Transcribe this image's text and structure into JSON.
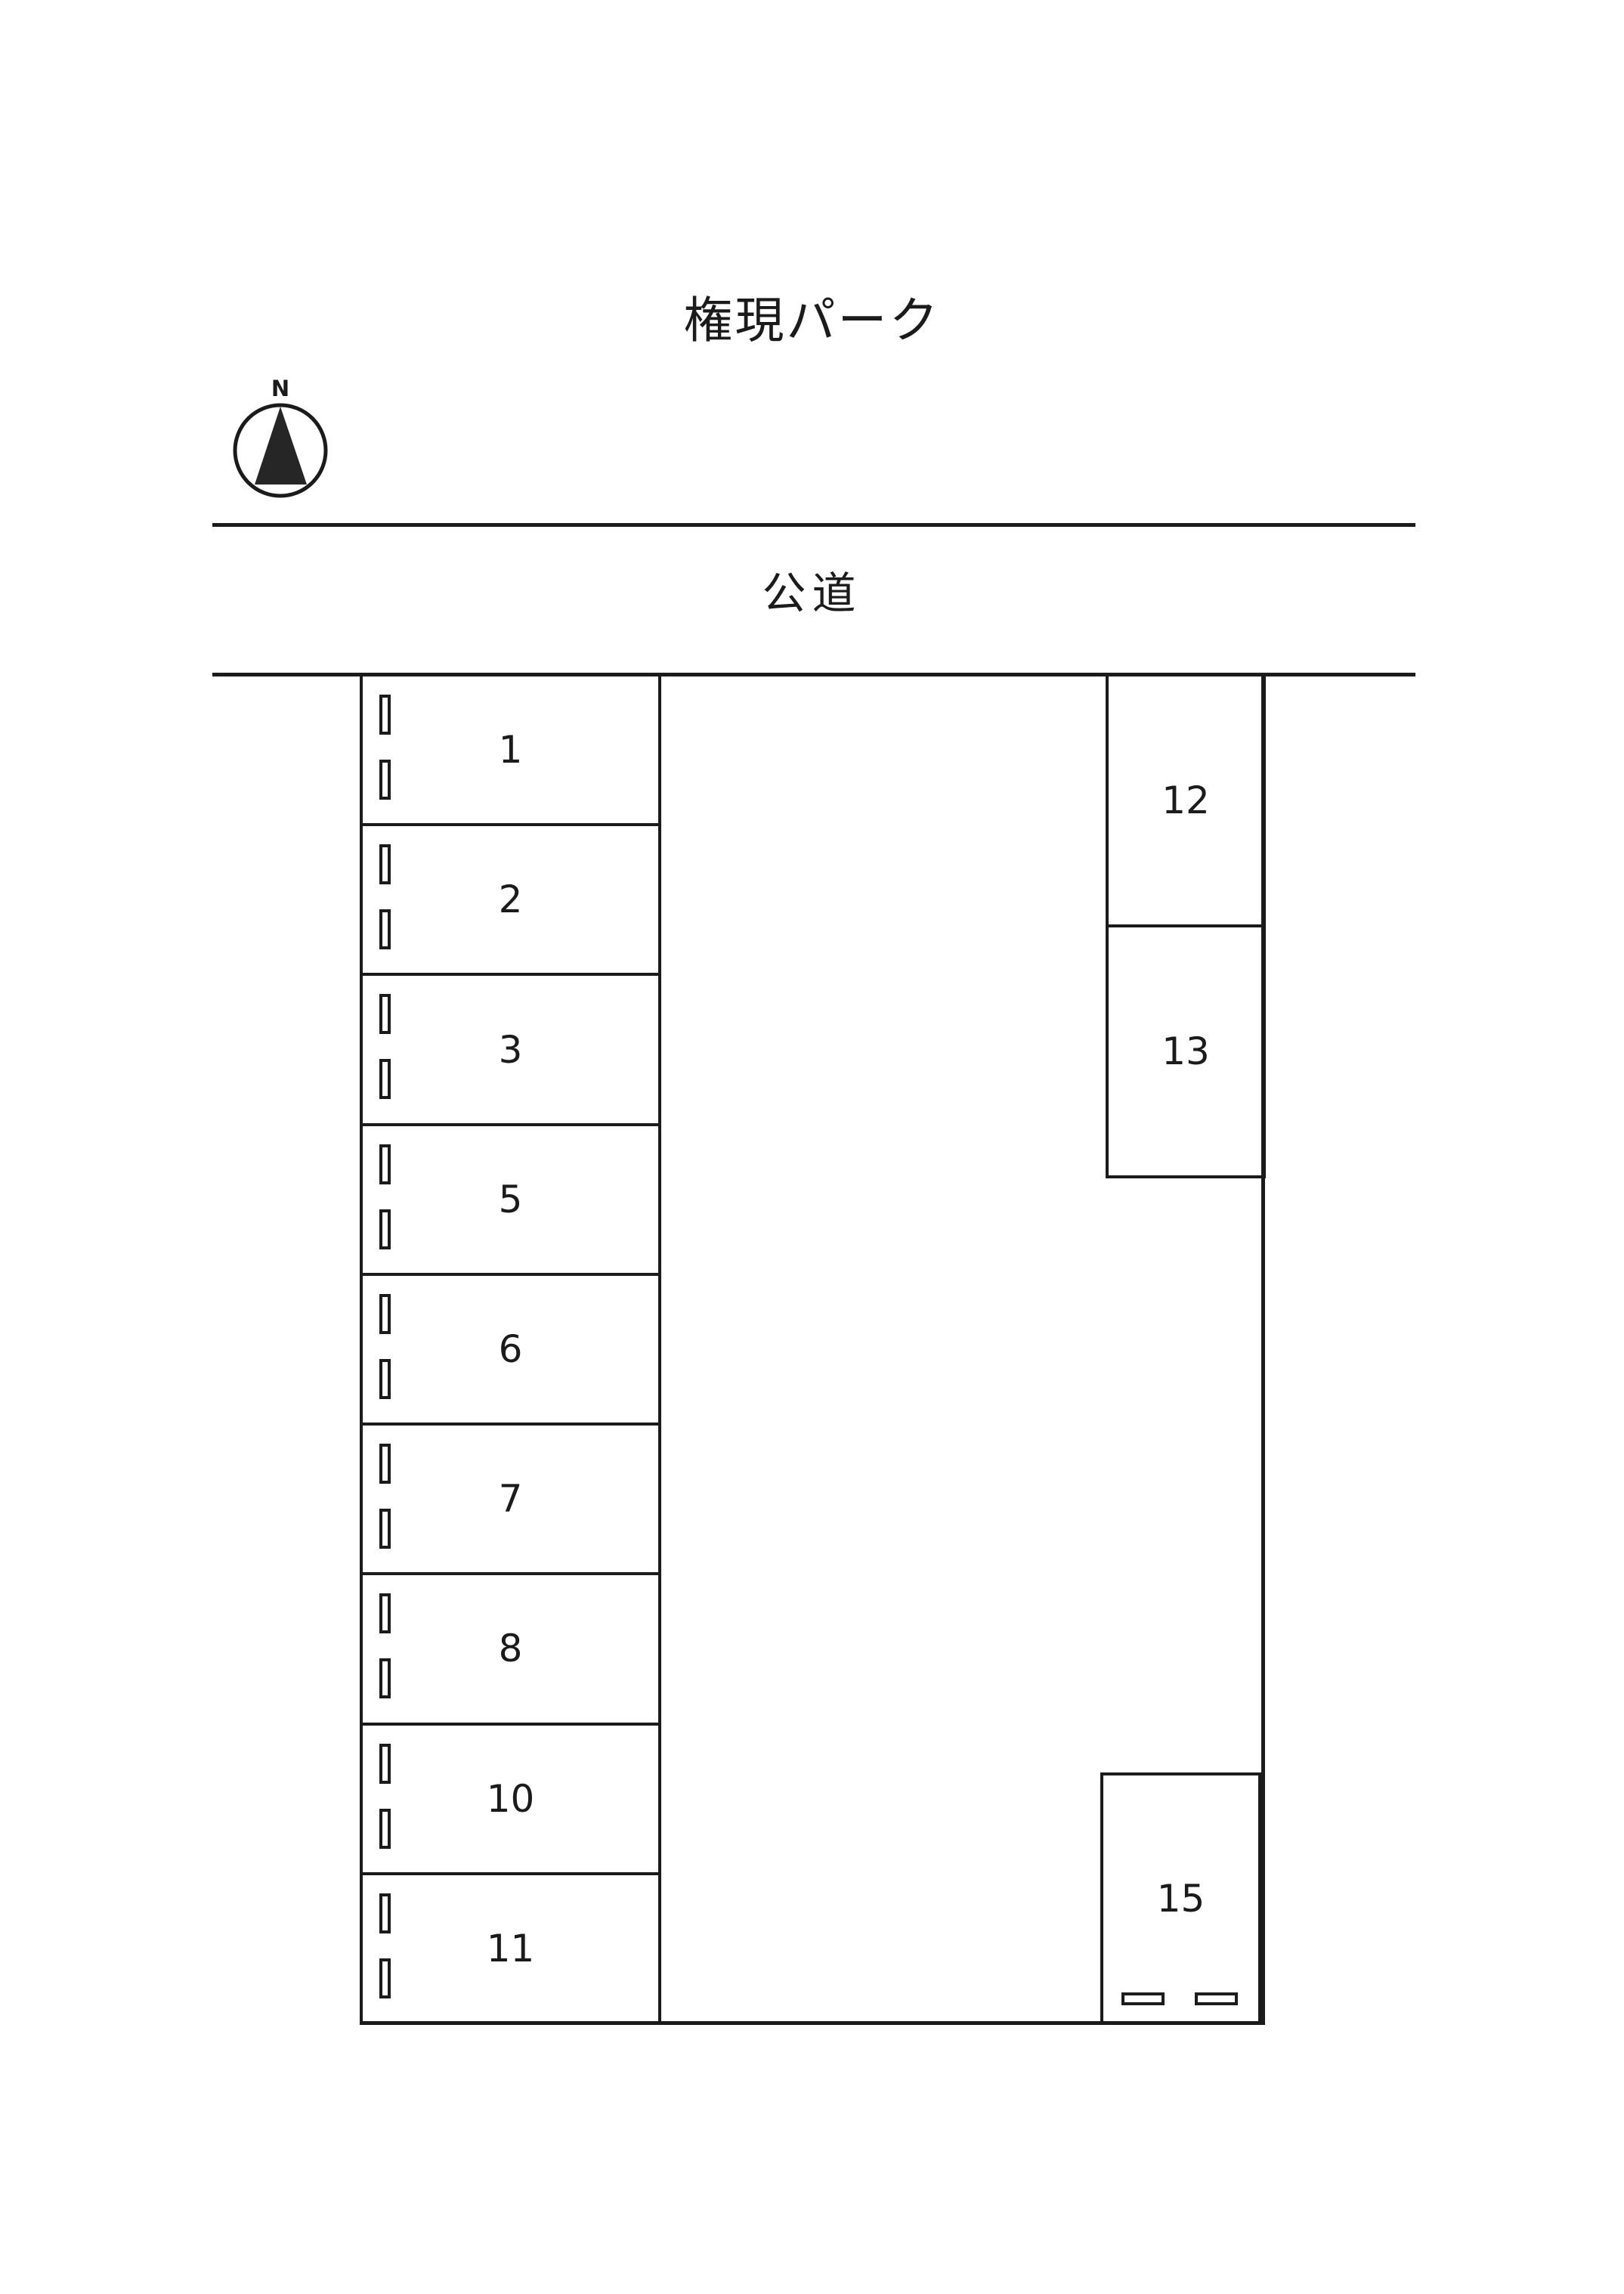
{
  "title": "権現パーク",
  "compass": {
    "label": "N"
  },
  "road": {
    "label": "公道"
  },
  "left_spaces": [
    {
      "label": "1"
    },
    {
      "label": "2"
    },
    {
      "label": "3"
    },
    {
      "label": "5"
    },
    {
      "label": "6"
    },
    {
      "label": "7"
    },
    {
      "label": "8"
    },
    {
      "label": "10"
    },
    {
      "label": "11"
    }
  ],
  "right_spaces": [
    {
      "label": "12"
    },
    {
      "label": "13"
    },
    {
      "label": "15"
    }
  ],
  "colors": {
    "line": "#1b1b1b",
    "background": "#ffffff"
  }
}
